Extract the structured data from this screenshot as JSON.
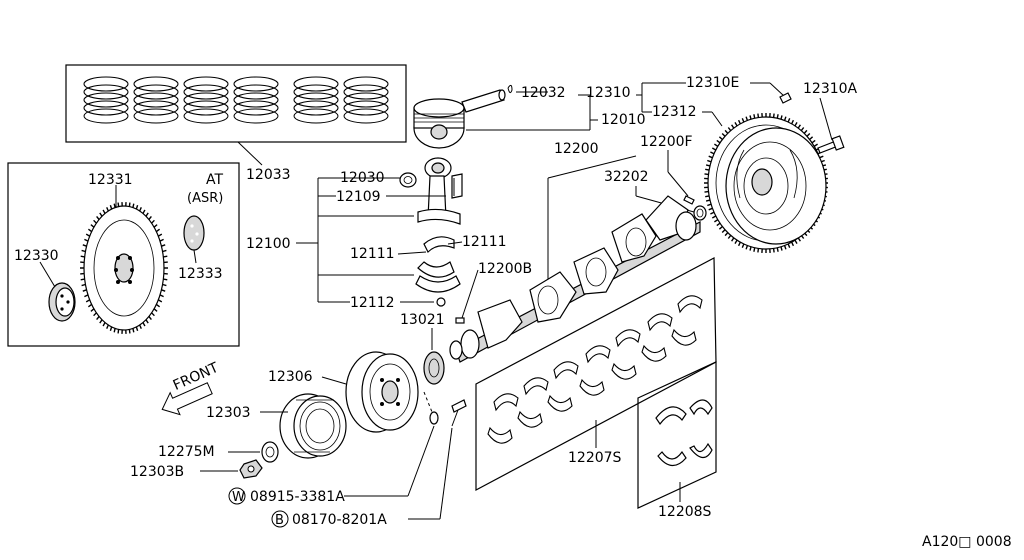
{
  "diagram": {
    "footer_ref": "A120□ 0008",
    "direction_label": "FRONT",
    "inset": {
      "transmission": "AT",
      "variant": "(ASR)"
    },
    "parts": {
      "p12033": "12033",
      "p12032": "12032",
      "p12310": "12310",
      "p12310E": "12310E",
      "p12310A": "12310A",
      "p12312": "12312",
      "p12010": "12010",
      "p12200": "12200",
      "p12200F": "12200F",
      "p32202": "32202",
      "p12331": "12331",
      "p12330": "12330",
      "p12333": "12333",
      "p12030": "12030",
      "p12109": "12109",
      "p12100": "12100",
      "p12111a": "12111",
      "p12111b": "12111",
      "p12200B": "12200B",
      "p12112": "12112",
      "p13021": "13021",
      "p12306": "12306",
      "p12303": "12303",
      "p12275M": "12275M",
      "p12303B": "12303B",
      "p12207S": "12207S",
      "p12208S": "12208S"
    },
    "fasteners": [
      {
        "badge": "W",
        "part": "08915-3381A"
      },
      {
        "badge": "B",
        "part": "08170-8201A"
      }
    ]
  }
}
